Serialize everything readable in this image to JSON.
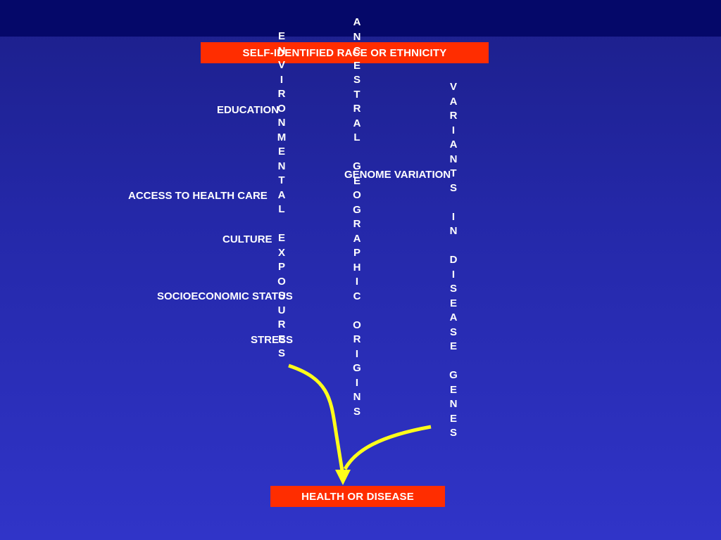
{
  "colors": {
    "background_top": "#1c1f8a",
    "background_bottom": "#3034c8",
    "top_band": "#050869",
    "box_fill": "#ff2d00",
    "text": "#ffffff",
    "arrow": "#ffff1a"
  },
  "top_box": "SELF-IDENTIFIED RACE OR ETHNICITY",
  "bottom_box": "HEALTH OR DISEASE",
  "factors": {
    "education": "EDUCATION",
    "access": "ACCESS TO HEALTH CARE",
    "culture": "CULTURE",
    "ses": "SOCIOECONOMIC STATUS",
    "stress": "STRESS",
    "genome": "GENOME VARIATION"
  },
  "columns": {
    "environmental": "ENVIRONMENTAL EXPOSURES",
    "ancestral": "ANCESTRAL GEOGRAPHIC ORIGINS",
    "variants": "VARIANTS IN DISEASE GENES"
  }
}
